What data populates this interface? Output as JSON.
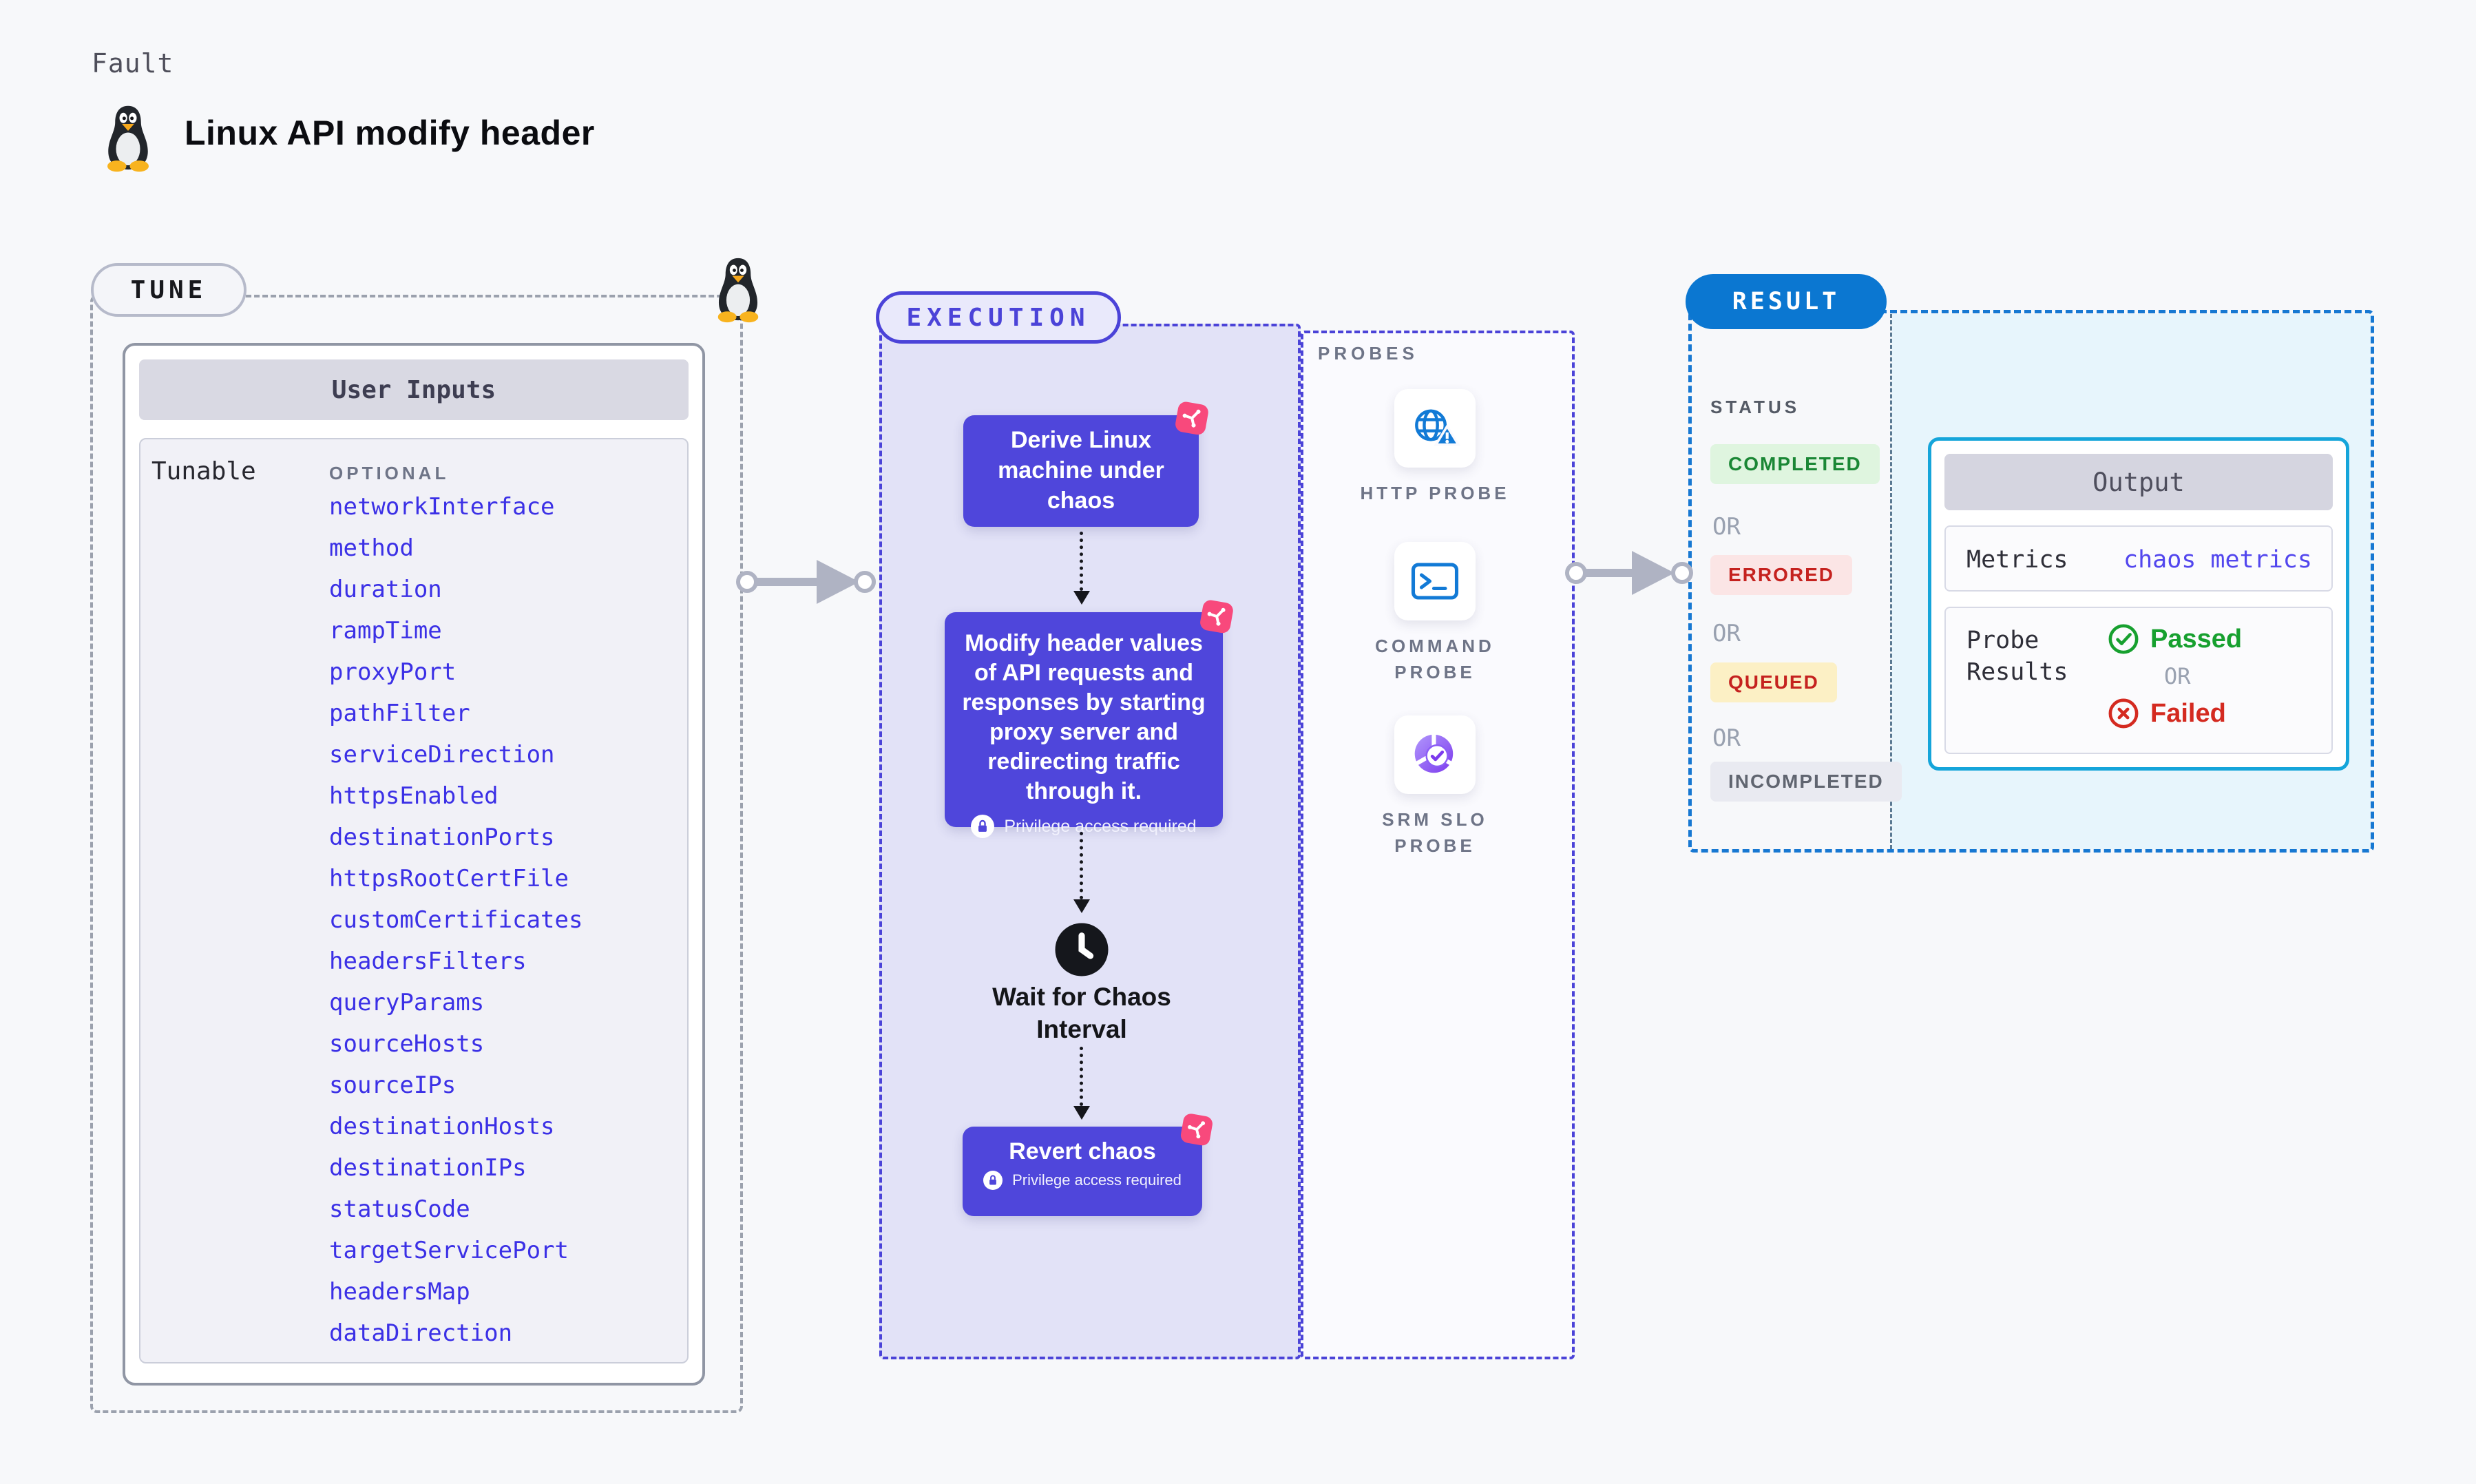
{
  "header": {
    "kicker": "Fault",
    "title": "Linux API modify header"
  },
  "tune": {
    "label": "TUNE",
    "card_title": "User Inputs",
    "row_label": "Tunable",
    "column_label": "OPTIONAL",
    "tunables": [
      "networkInterface",
      "method",
      "duration",
      "rampTime",
      "proxyPort",
      "pathFilter",
      "serviceDirection",
      "httpsEnabled",
      "destinationPorts",
      "httpsRootCertFile",
      "customCertificates",
      "headersFilters",
      "queryParams",
      "sourceHosts",
      "sourceIPs",
      "destinationHosts",
      "destinationIPs",
      "statusCode",
      "targetServicePort",
      "headersMap",
      "dataDirection"
    ]
  },
  "execution": {
    "label": "EXECUTION",
    "derive_step": "Derive Linux machine under chaos",
    "inject_step": "Modify header values of API requests and responses by starting proxy server and redirecting traffic through it.",
    "wait_step": "Wait for Chaos Interval",
    "revert_step": "Revert chaos",
    "privilege_note": "Privilege access required"
  },
  "probes": {
    "label": "PROBES",
    "items": [
      {
        "label": "HTTP PROBE",
        "icon": "globe-alert-icon"
      },
      {
        "label": "COMMAND PROBE",
        "icon": "terminal-icon"
      },
      {
        "label": "SRM SLO PROBE",
        "icon": "slo-donut-icon"
      }
    ]
  },
  "result": {
    "label": "RESULT",
    "status_label": "STATUS",
    "or_label": "OR",
    "statuses": [
      "COMPLETED",
      "ERRORED",
      "QUEUED",
      "INCOMPLETED"
    ],
    "output": {
      "title": "Output",
      "metrics_label": "Metrics",
      "metrics_link": "chaos metrics",
      "probe_results_label": "Probe Results",
      "passed_label": "Passed",
      "failed_label": "Failed"
    }
  },
  "colors": {
    "page_bg": "#F7F8FA",
    "accent_indigo": "#4B43D8",
    "step_fill": "#4F46DB",
    "execution_bg": "#E2E2F7",
    "chaos_badge_pink": "#F8497C",
    "link_blue": "#3B30E6",
    "result_pill_blue": "#0B77D1",
    "result_border_blue": "#1778D2",
    "result_bg_cyan": "#E7F5FC",
    "output_border_cyan": "#15A5DA",
    "completed_green": "#1A8735",
    "errored_red": "#C5221F",
    "queued_bg": "#FCF0C5",
    "passed_green": "#17A02F",
    "failed_red": "#D42A20",
    "probe_icon_blue": "#127AD6",
    "srm_purple": "#7C3AED"
  }
}
